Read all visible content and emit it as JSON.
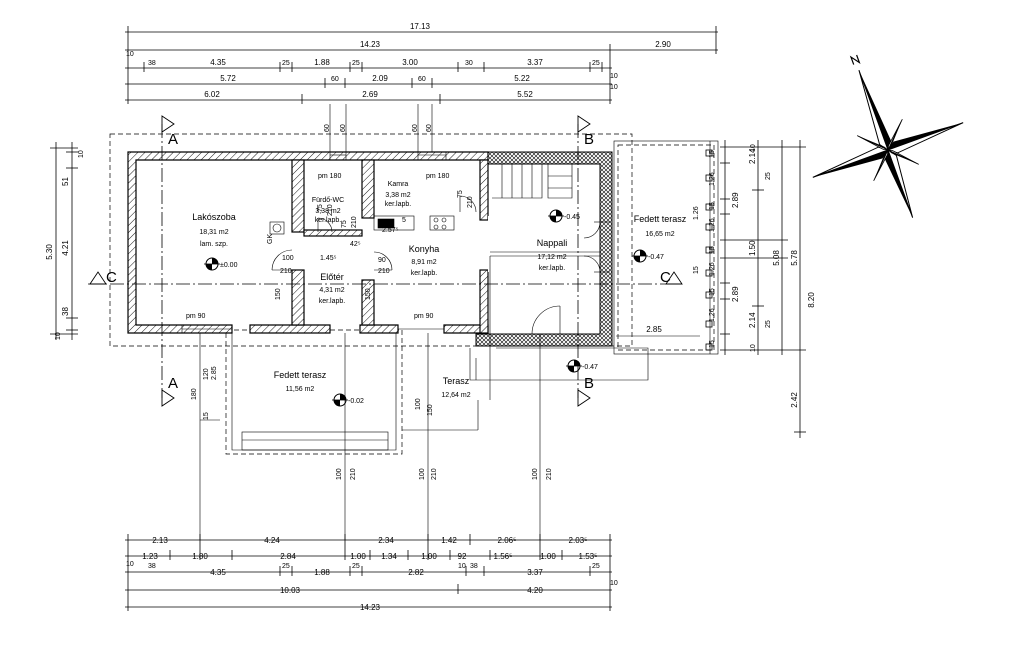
{
  "dims": {
    "top_total": "17.13",
    "top_row1": [
      "14.23",
      "2.90"
    ],
    "top_row2": [
      "10",
      "38",
      "4.35",
      "25",
      "1.88",
      "25",
      "3.00",
      "30",
      "3.37",
      "25",
      "10"
    ],
    "top_row3": [
      "5.72",
      "60",
      "2.09",
      "60",
      "5.22",
      "10"
    ],
    "top_row4": [
      "6.02",
      "2.69",
      "5.52"
    ],
    "bot_row1": [
      "2.13",
      "4.24",
      "2.34",
      "1.42",
      "2.06⁵",
      "2.03⁵"
    ],
    "bot_row2": [
      "1.23",
      "1.80",
      "2.84",
      "1.00",
      "1.34",
      "1.00",
      "92",
      "1.56⁵",
      "1.00",
      "1.53⁵"
    ],
    "bot_row3": [
      "10",
      "38",
      "4.35",
      "25",
      "1.88",
      "25",
      "2.82",
      "10",
      "38",
      "3.37",
      "25",
      "10"
    ],
    "bot_row4": [
      "10.03",
      "4.20"
    ],
    "bot_total": "14.23",
    "left": [
      "10",
      "51",
      "5.30",
      "4.21",
      "38",
      "10"
    ],
    "right_a": [
      "15",
      "1.26",
      "15",
      "1.26",
      "15",
      "1.26",
      "15",
      "1.26",
      "15",
      "1.26",
      "15"
    ],
    "right_b": [
      "2.14",
      "25",
      "2.89",
      "1.50",
      "2.89",
      "25",
      "2.14",
      "10",
      "10"
    ],
    "right_c": [
      "5.08",
      "5.78",
      "8.20",
      "2.42"
    ],
    "opening": [
      "60",
      "60",
      "60",
      "60",
      "pm 180",
      "pm 180",
      "pm 90",
      "pm 90",
      "2.85"
    ],
    "vert_labels": [
      "180",
      "120",
      "2.85",
      "15",
      "100",
      "150",
      "100",
      "210",
      "100",
      "210",
      "100",
      "210",
      "150",
      "150"
    ],
    "door_labels": [
      "100",
      "210",
      "90",
      "210",
      "75",
      "210",
      "75",
      "210",
      "75",
      "210"
    ],
    "misc": [
      "1.45⁵",
      "2.57⁵",
      "42⁵",
      "5"
    ]
  },
  "rooms": [
    {
      "name": "Lakószoba",
      "area": "18,31 m2",
      "floor": "lam. szp."
    },
    {
      "name": "Fürdő-WC",
      "area": "3,38 m2",
      "floor": "ker.lapb."
    },
    {
      "name": "Kamra",
      "area": "3,38 m2",
      "floor": "ker.lapb."
    },
    {
      "name": "Konyha",
      "area": "8,91 m2",
      "floor": "ker.lapb."
    },
    {
      "name": "Előtér",
      "area": "4,31 m2",
      "floor": "ker.lapb."
    },
    {
      "name": "Nappali",
      "area": "17,12 m2",
      "floor": "ker.lapb."
    },
    {
      "name": "Fedett terasz",
      "area": "16,65 m2",
      "floor": ""
    },
    {
      "name": "Fedett terasz",
      "area": "11,56 m2",
      "floor": ""
    },
    {
      "name": "Terasz",
      "area": "12,64 m2",
      "floor": ""
    }
  ],
  "levels": [
    "±0.00",
    "-0.45",
    "-0.47",
    "-0.47",
    "-0.02"
  ],
  "sections": {
    "a": "A",
    "b": "B",
    "c": "C"
  },
  "labels": {
    "boiler": "GK"
  }
}
